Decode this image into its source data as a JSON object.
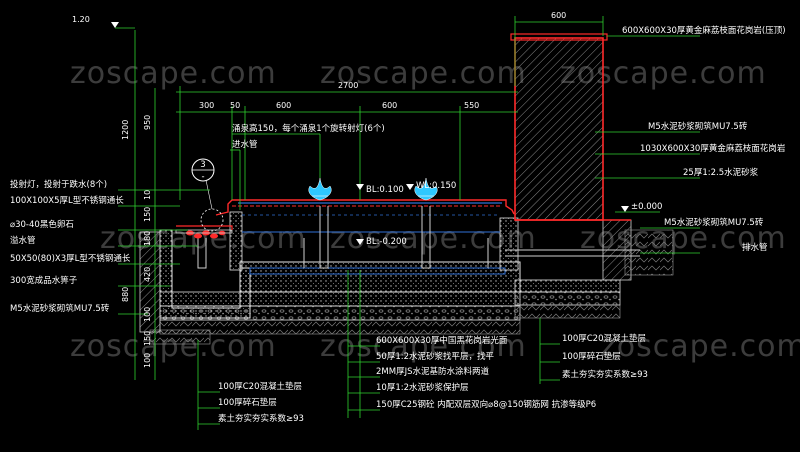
{
  "watermark": "zoscape.com",
  "dims": {
    "top_left": "1.20",
    "top_right": "600",
    "total": "2700",
    "segments": [
      "300",
      "50",
      "600",
      "600",
      "550"
    ]
  },
  "levels": {
    "pool_left": "BL:0.100",
    "pool_right": "WL:0.150",
    "bottom": "BL:-0.200",
    "ground": "±0.000"
  },
  "vdims_left": [
    "1200",
    "950",
    "10",
    "150",
    "180",
    "420",
    "880",
    "100",
    "150",
    "100"
  ],
  "section_mark": {
    "num": "3",
    "sub": "-"
  },
  "labels_left": [
    "投射灯，投射于跌水(8个)",
    "100X100X5厚L型不锈钢通长",
    "⌀30-40黑色卵石",
    "溢水管",
    "50X50(80)X3厚L型不锈钢通长",
    "300宽成品水箅子",
    "M5水泥砂浆砌筑MU7.5砖"
  ],
  "labels_top": [
    "涌泉高150，每个涌泉1个旋转射灯(6个)",
    "进水管"
  ],
  "labels_right": [
    "600X600X30厚黄金麻荔枝面花岗岩(压顶)",
    "M5水泥砂浆砌筑MU7.5砖",
    "1030X600X30厚黄金麻荔枝面花岗岩",
    "25厚1:2.5水泥砂浆",
    "M5水泥砂浆砌筑MU7.5砖",
    "排水管"
  ],
  "labels_bottom_center": [
    "600X600X30厚中国黑花岗岩光面",
    "50厚1:2水泥砂浆找平层，找平",
    "2MM厚JS水泥基防水涂料两道",
    "10厚1:2水泥砂浆保护层",
    "150厚C25钢砼 内配双层双向⌀8@150钢筋网 抗渗等级P6"
  ],
  "labels_bottom_left": [
    "100厚C20混凝土垫层",
    "100厚碎石垫层",
    "素土夯实夯实系数≥93"
  ],
  "labels_bottom_right": [
    "100厚C20混凝土垫层",
    "100厚碎石垫层",
    "素土夯实夯实系数≥93"
  ],
  "colors": {
    "background": "#000000",
    "structure_red": "#ff2a2a",
    "water_blue": "#2f6fd6",
    "fountain_cyan": "#2ec8ff",
    "leader_green": "#2fd12f",
    "concrete_white": "#d8d8d8"
  }
}
